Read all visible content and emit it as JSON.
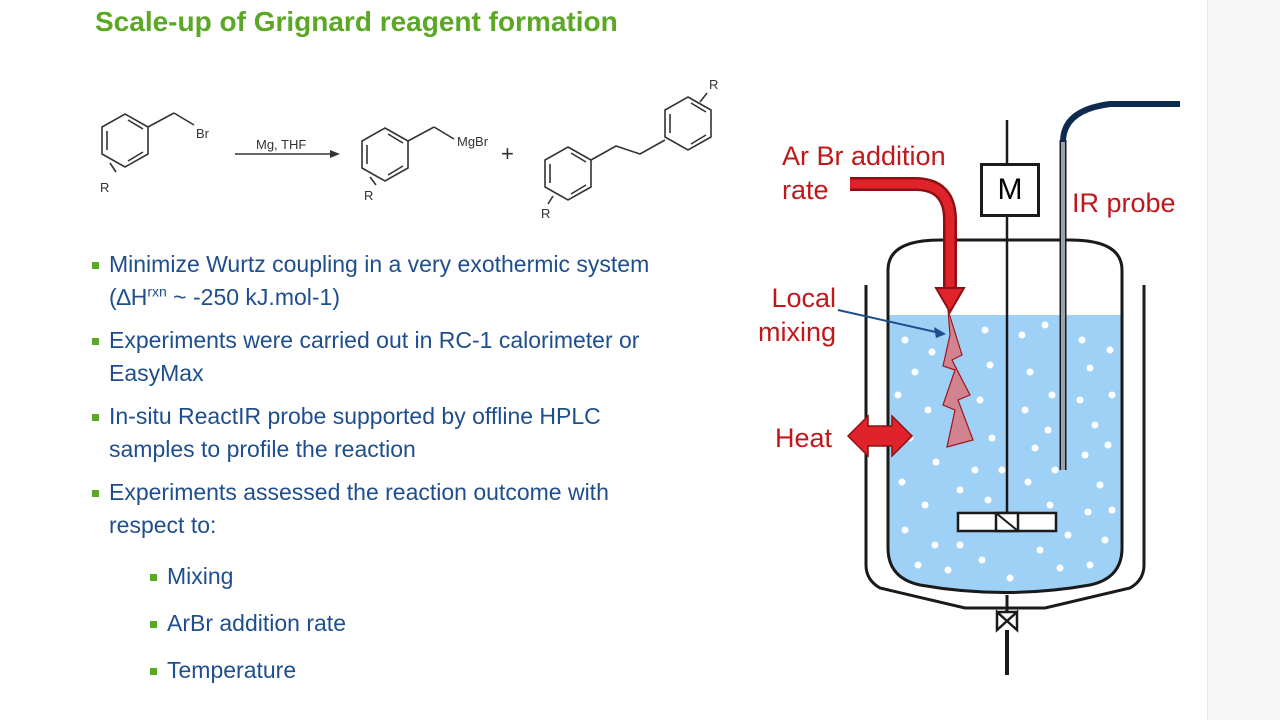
{
  "slide": {
    "title": "Scale-up of Grignard reagent formation"
  },
  "scheme": {
    "reactant_label": "Br",
    "reactant_r": "R",
    "reagents": "Mg, THF",
    "product_label": "MgBr",
    "product_r": "R",
    "plus": "+",
    "dimer_r1": "R",
    "dimer_r2": "R"
  },
  "bullets": [
    {
      "line1": "Minimize Wurtz coupling in a very exothermic system",
      "l2_pre": "(∆H",
      "l2_sup": "rxn",
      "l2_post": " ~ -250 kJ.mol-1)"
    },
    {
      "line1": "Experiments were carried out in RC-1 calorimeter or",
      "line2": "EasyMax"
    },
    {
      "line1": "In-situ ReactIR probe supported by offline HPLC",
      "line2": "samples to profile the reaction"
    },
    {
      "line1": "Experiments assessed the reaction outcome with",
      "line2": "respect to:"
    }
  ],
  "sub_bullets": [
    "Mixing",
    "ArBr addition rate",
    "Temperature"
  ],
  "reactor": {
    "addition_label_1": "Ar Br addition",
    "addition_label_2": "rate",
    "mixing_label_1": "Local",
    "mixing_label_2": "mixing",
    "heat_label": "Heat",
    "motor_label": "M",
    "probe_label": "IR probe"
  },
  "colors": {
    "title_green": "#5aa823",
    "text_blue": "#1f4e8c",
    "label_red": "#c0171b",
    "liquid_blue": "#9fd0f5",
    "probe_navy": "#0f2a4f"
  }
}
